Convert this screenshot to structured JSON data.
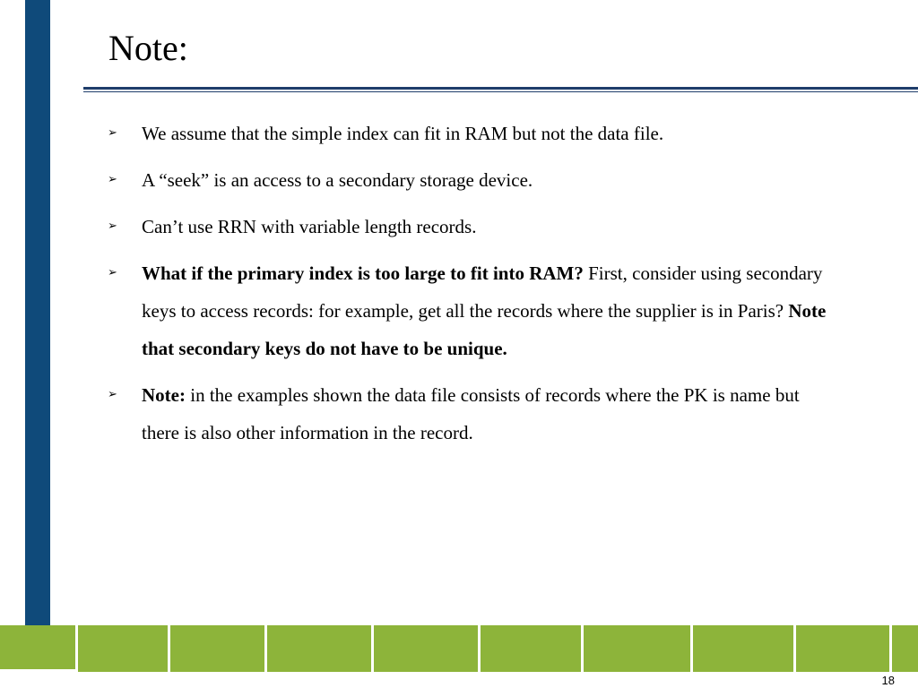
{
  "theme": {
    "sidebar_color": "#0f4a7a",
    "rule_color": "#1f3d6b",
    "footer_color": "#8db43a",
    "bullet_marker": "➢"
  },
  "slide": {
    "title": "Note:",
    "bullets": [
      {
        "segments": [
          {
            "text": "We assume that the simple index can fit in RAM but not the data file.",
            "bold": false
          }
        ]
      },
      {
        "segments": [
          {
            "text": "A “seek” is an access to a secondary storage device.",
            "bold": false
          }
        ]
      },
      {
        "segments": [
          {
            "text": "Can’t use RRN with variable length records.",
            "bold": false
          }
        ]
      },
      {
        "segments": [
          {
            "text": "What if the primary index is too large to fit into RAM?",
            "bold": true
          },
          {
            "text": "  First, consider using secondary keys to access records: for example, get all the records where the supplier is in Paris? ",
            "bold": false
          },
          {
            "text": "Note that secondary keys do not have to be unique.",
            "bold": true
          }
        ]
      },
      {
        "segments": [
          {
            "text": "Note:",
            "bold": true
          },
          {
            "text": " in the examples shown the data file consists of records where the PK is name but there is also other information in the record.",
            "bold": false
          }
        ]
      }
    ],
    "page_number": "18"
  }
}
